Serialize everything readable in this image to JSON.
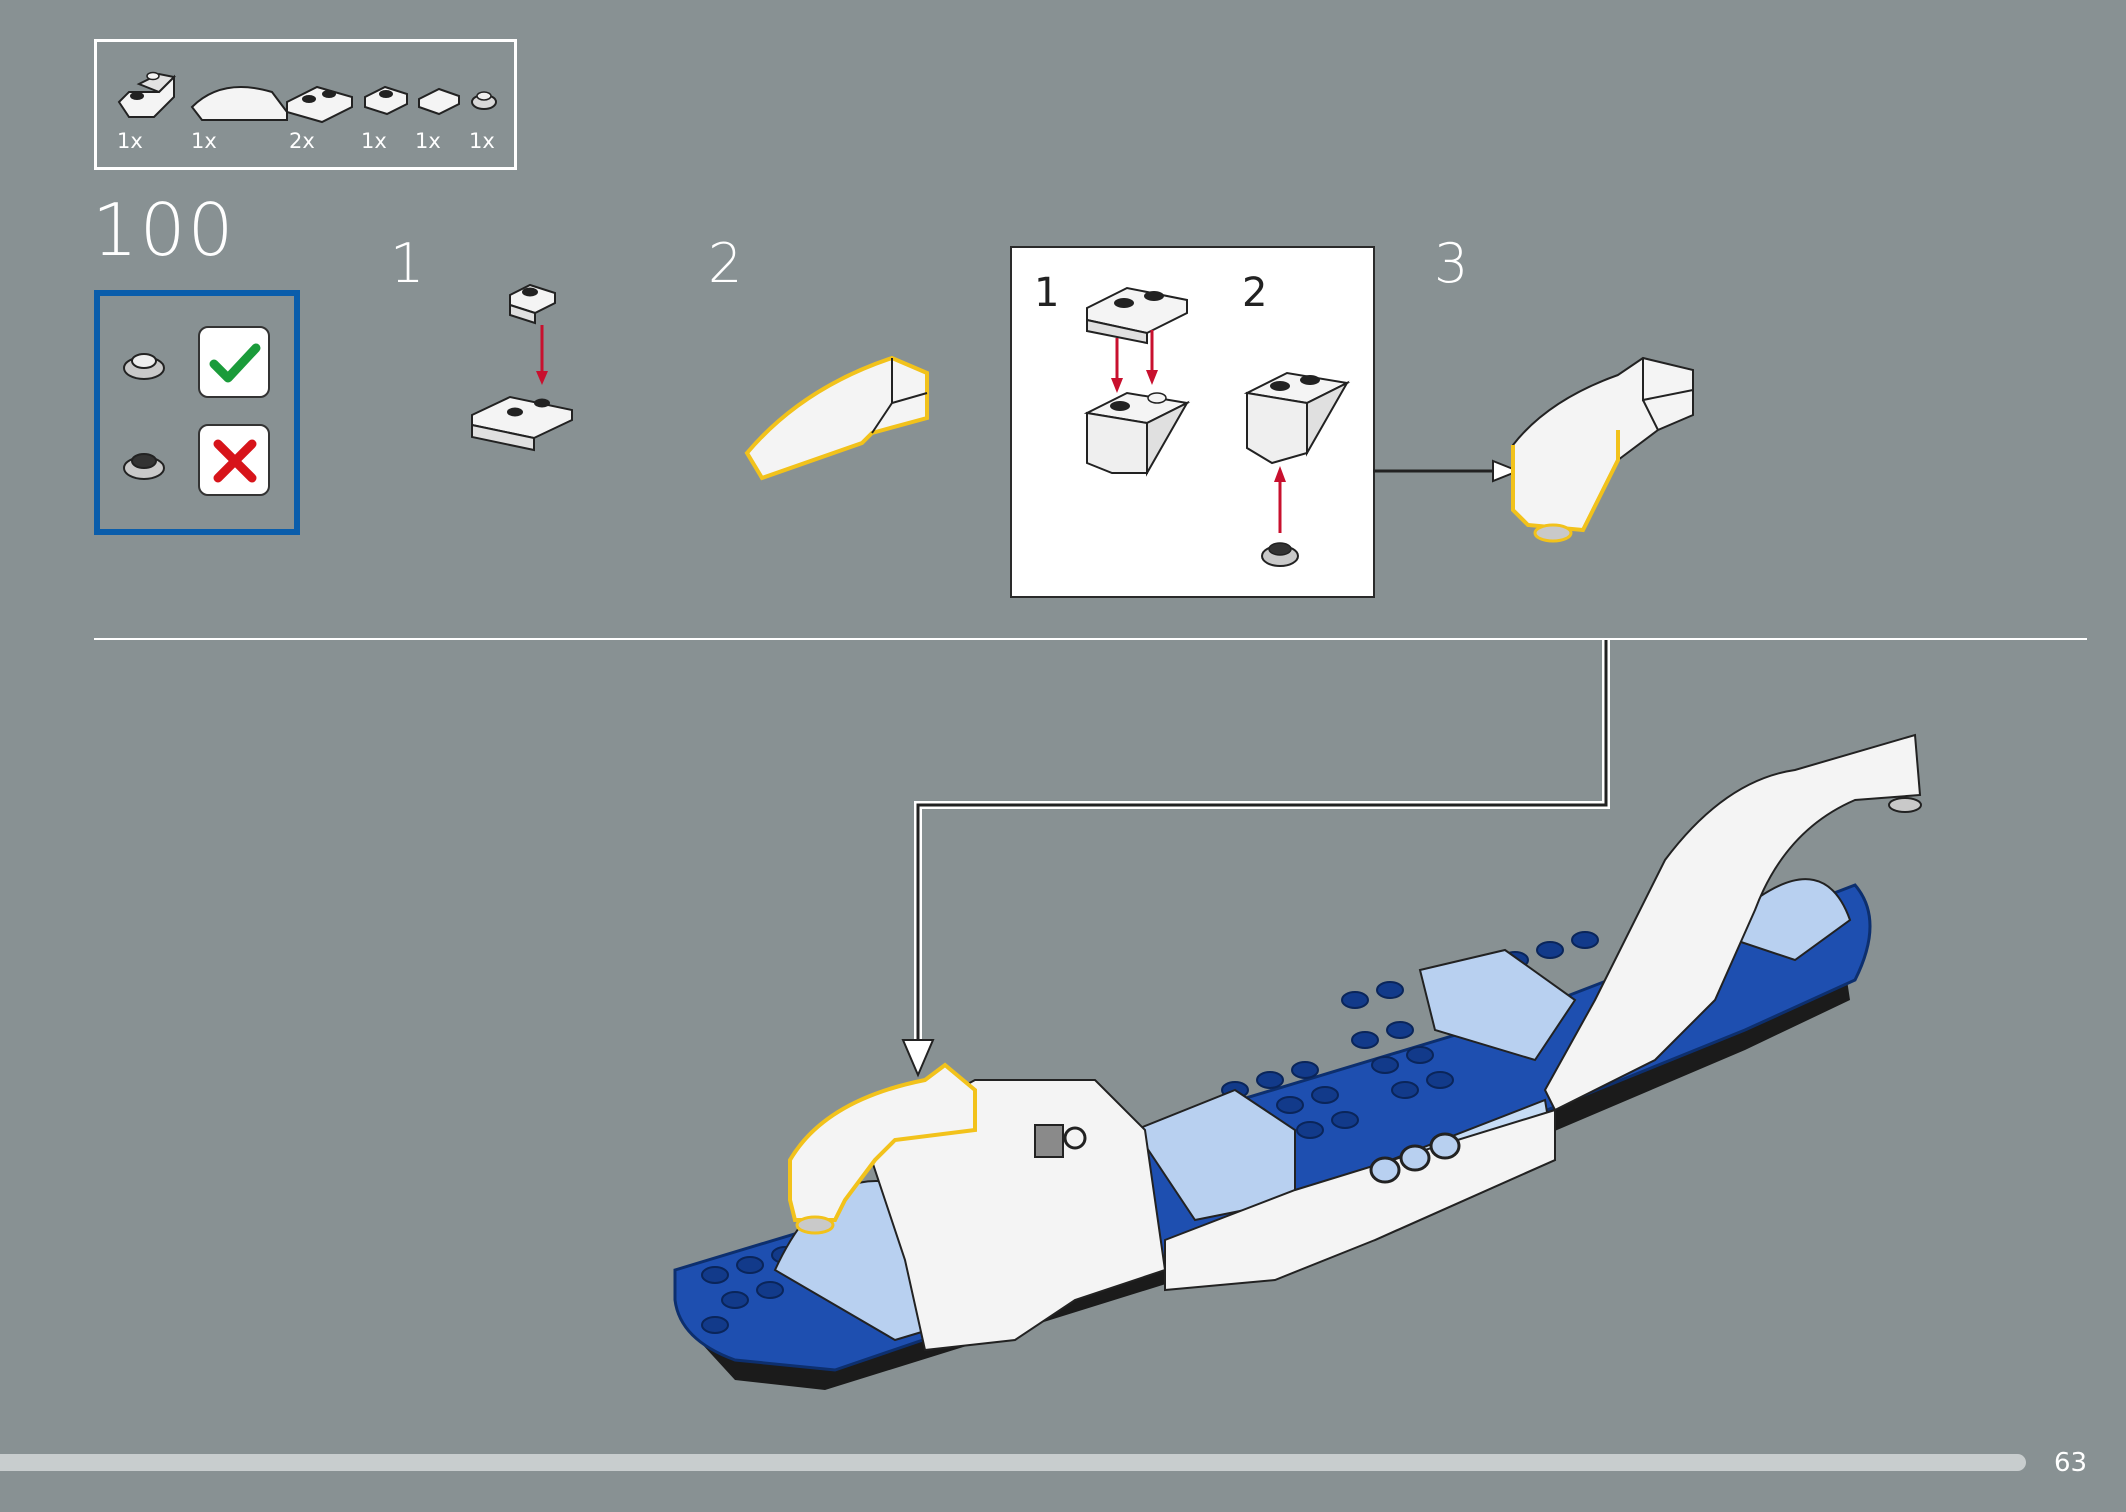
{
  "parts": {
    "counts": [
      "1x",
      "1x",
      "2x",
      "1x",
      "1x",
      "1x"
    ]
  },
  "step": {
    "number": "100"
  },
  "note": {
    "correct_icon": "check-mark-icon",
    "wrong_icon": "cross-mark-icon",
    "correct_color": "#1a9b3a",
    "wrong_color": "#d7141a"
  },
  "substeps": {
    "s1": "1",
    "s2": "2",
    "s3": "3"
  },
  "callout": {
    "c1": "1",
    "c2": "2"
  },
  "colors": {
    "background": "#889193",
    "brick_blue": "#1e4fb0",
    "light_blue": "#b8d0f0",
    "highlight": "#f2c21b",
    "arrow_red": "#c8102e",
    "note_border": "#0a5dab"
  },
  "footer": {
    "page_number": "63",
    "progress": 0.95
  }
}
